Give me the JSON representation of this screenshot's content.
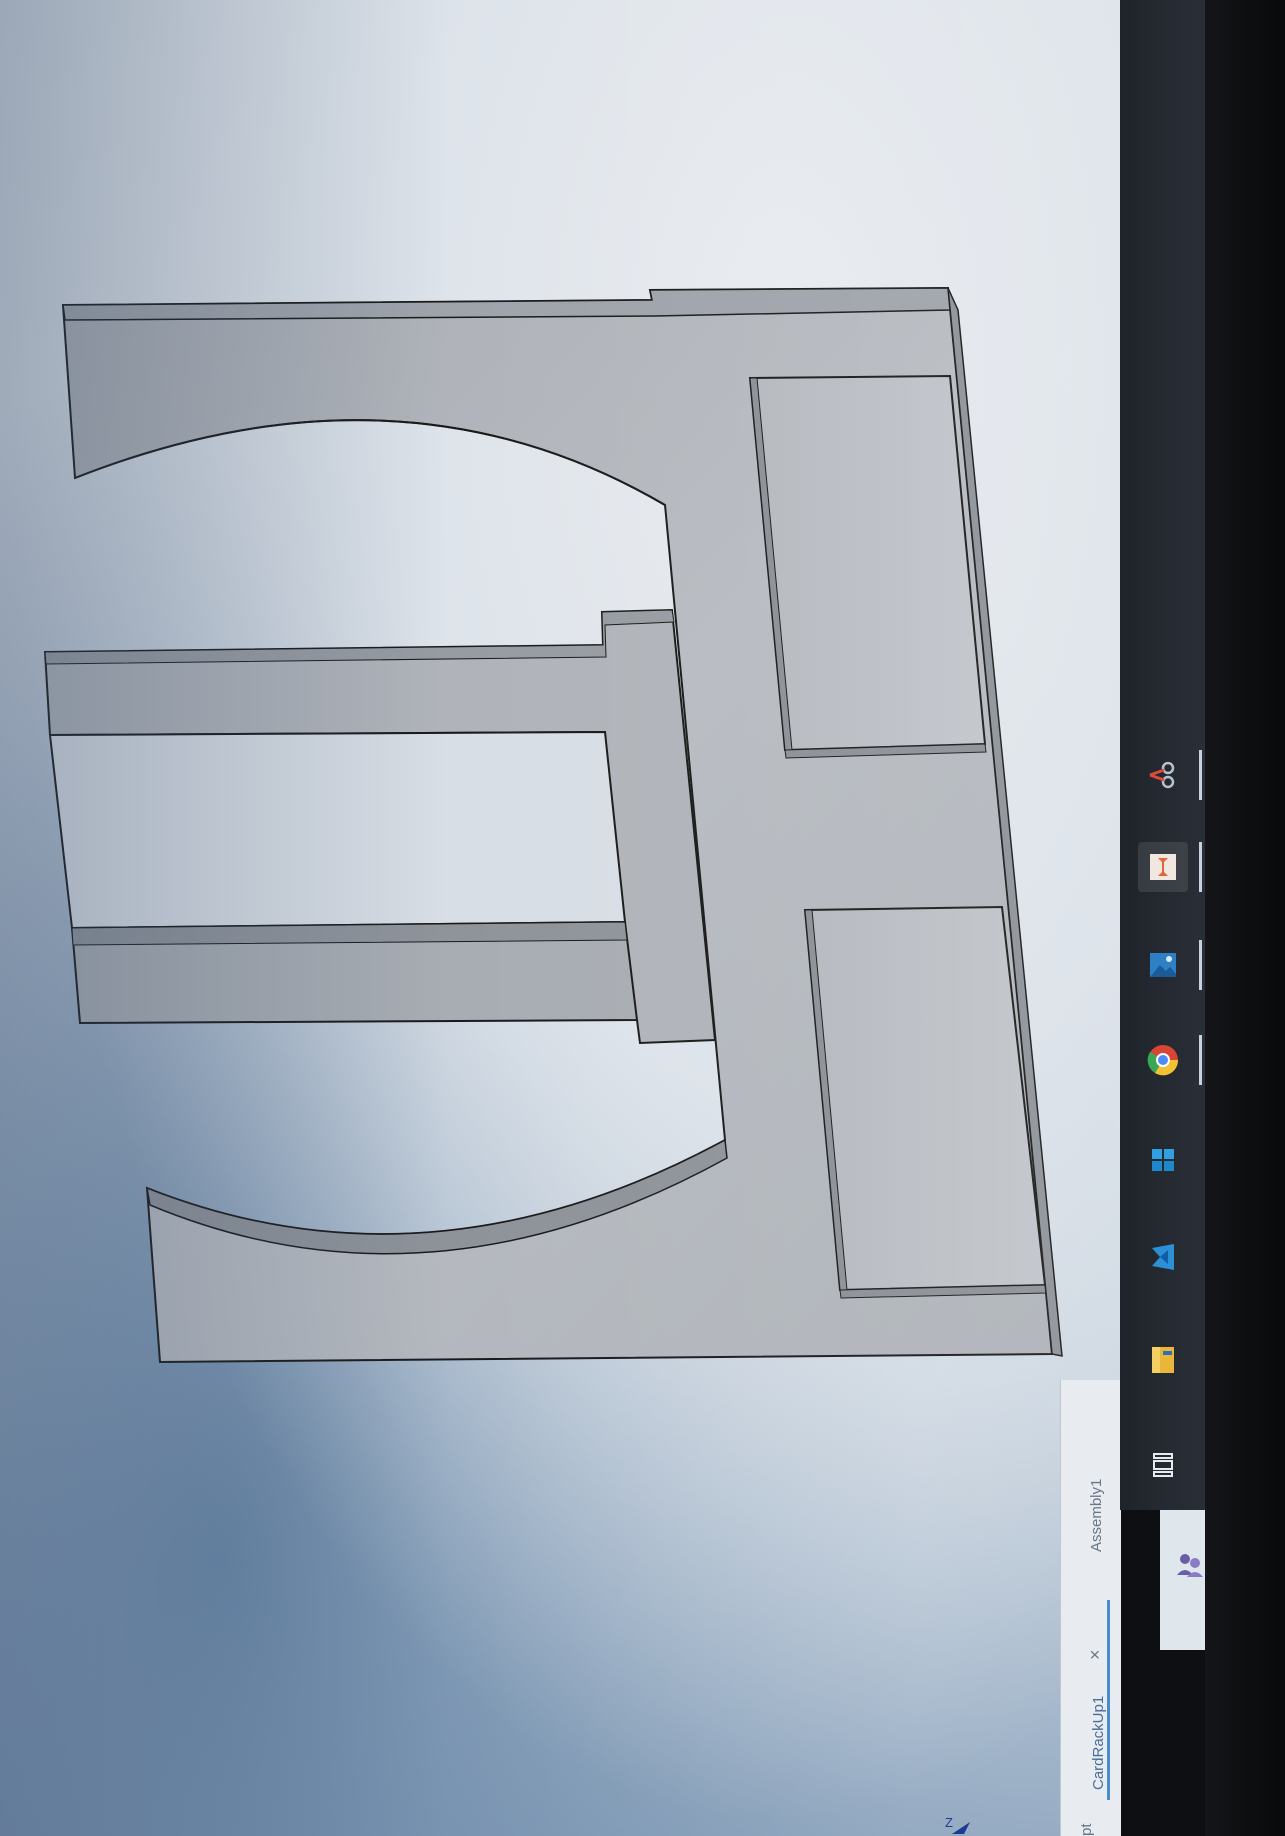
{
  "document_tabs": [
    {
      "label": "pt",
      "closable": false
    },
    {
      "label": "CardRackUp1",
      "close_glyph": "×",
      "closable": true,
      "active": true
    },
    {
      "label": "Assembly1",
      "closable": false
    }
  ],
  "axis_indicator": {
    "label": "Z"
  },
  "taskbar": {
    "icons": [
      {
        "name": "task-view-icon",
        "active": false
      },
      {
        "name": "file-explorer-icon",
        "active": false
      },
      {
        "name": "visual-studio-icon",
        "active": false
      },
      {
        "name": "microsoft-store-icon",
        "active": false
      },
      {
        "name": "chrome-icon",
        "active": false
      },
      {
        "name": "photos-icon",
        "active": false
      },
      {
        "name": "inventor-icon",
        "active": true
      },
      {
        "name": "snipping-tool-icon",
        "active": false
      }
    ],
    "tray_icon": "people-icon"
  },
  "colors": {
    "part_face": "#b2b6bc",
    "part_edge": "#1a1a1a",
    "taskbar": "#22262d",
    "accent": "#4a8cc9"
  }
}
